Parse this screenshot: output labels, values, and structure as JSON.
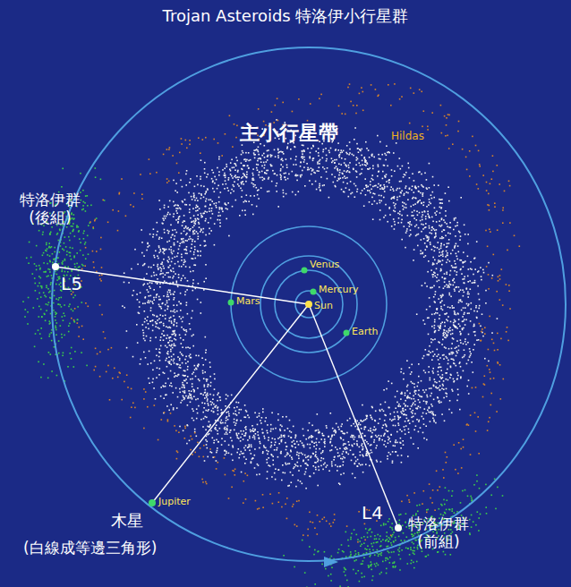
{
  "diagram": {
    "title": "Trojan Asteroids 特洛伊小行星群",
    "labels": [
      "主小行星帶",
      "Hildas",
      "特洛伊群 (後組)",
      "L5",
      "Venus",
      "Mercury",
      "Mars",
      "Sun",
      "Earth",
      "Jupiter",
      "木星",
      "L4",
      "特洛伊群 (前組)",
      "(白線成等邊三角形)"
    ]
  }
}
